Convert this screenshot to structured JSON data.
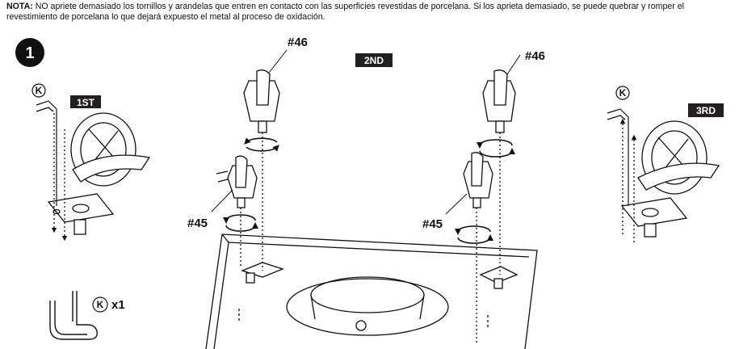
{
  "note": {
    "prefix": "NOTA:",
    "line1": "NO apriete demasiado los tornillos y arandelas  que entren en contacto con las superficies revestidas de porcelana. Si los aprieta demasiado, se puede quebrar y romper el",
    "line2": "revestimiento de porcelana lo que dejará expuesto el metal al proceso de oxidación."
  },
  "step": {
    "number": "1"
  },
  "tags": {
    "first": "1ST",
    "second": "2ND",
    "third": "3RD"
  },
  "callouts": {
    "left_top": "#46",
    "left_bottom": "#45",
    "right_top": "#46",
    "right_bottom": "#45"
  },
  "key": {
    "letter": "K",
    "quantity": "x1"
  },
  "colors": {
    "ink": "#111111",
    "tag_bg": "#231f20",
    "paper": "#ffffff"
  }
}
